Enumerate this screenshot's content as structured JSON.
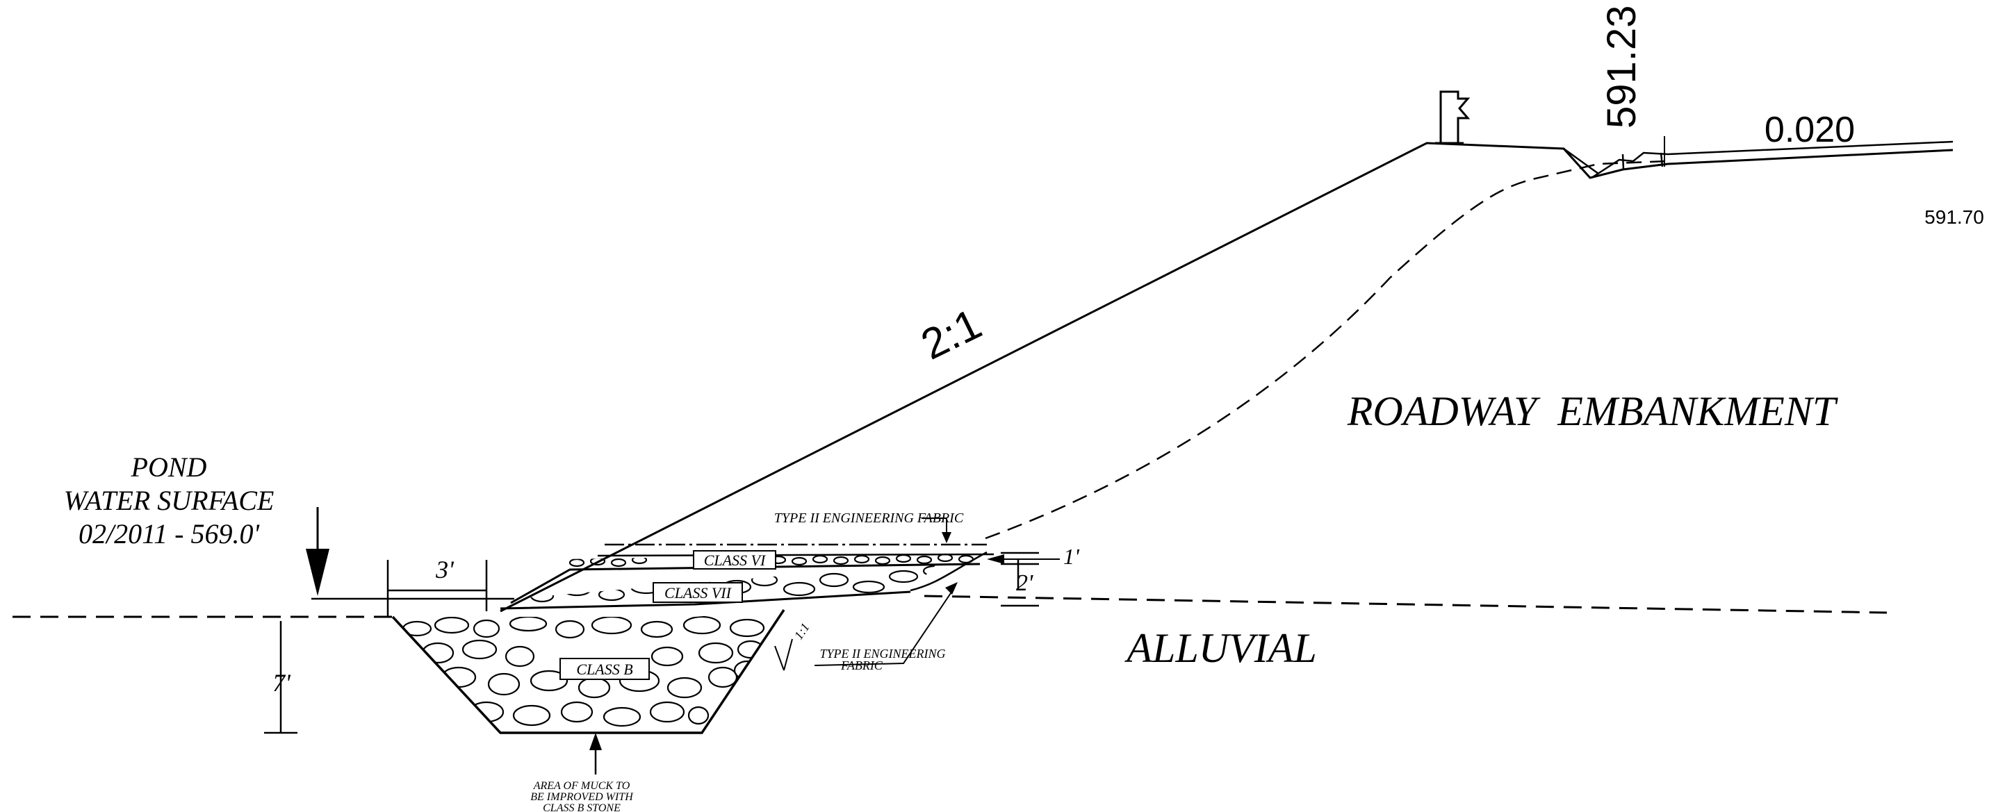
{
  "labels": {
    "pond_line1": "POND",
    "pond_line2": "WATER SURFACE",
    "pond_line3": "02/2011 - 569.0'",
    "dim_3ft": "3'",
    "dim_7ft": "7'",
    "dim_1ft": "1'",
    "dim_2ft": "2'",
    "slope": "2:1",
    "elev_top": "591.23",
    "cross_slope": "0.020",
    "elev_right": "591.70",
    "roadway": "ROADWAY  EMBANKMENT",
    "alluvial": "ALLUVIAL",
    "fabric_top": "TYPE II ENGINEERING FABRIC",
    "fabric_bottom_line1": "TYPE II ENGINEERING",
    "fabric_bottom_line2": "FABRIC",
    "class_vi": "CLASS VI",
    "class_vii": "CLASS VII",
    "class_b": "CLASS B",
    "slope_1_1": "1:1",
    "muck_line1": "AREA OF MUCK TO",
    "muck_line2": "BE IMPROVED WITH",
    "muck_line3": "CLASS B STONE"
  }
}
